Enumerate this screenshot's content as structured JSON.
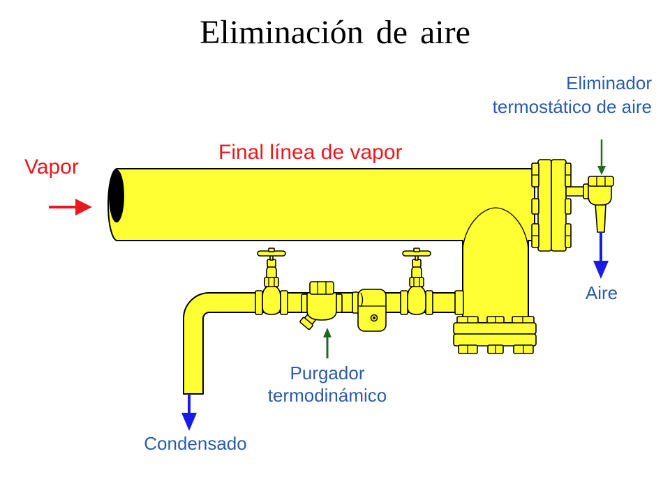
{
  "title": "Eliminación de aire",
  "labels": {
    "vapor": "Vapor",
    "line_end": "Final línea de vapor",
    "air_eliminator": [
      "Eliminador",
      "termostático de aire"
    ],
    "air": "Aire",
    "trap": [
      "Purgador",
      "termodinámico"
    ],
    "condensate": "Condensado"
  },
  "colors": {
    "pipe": "#ffff33",
    "steam": "#e8181f",
    "label_blue": "#2a5caa",
    "arrow_blue": "#1a1ae6",
    "pointer_green": "#1e6b1e"
  }
}
